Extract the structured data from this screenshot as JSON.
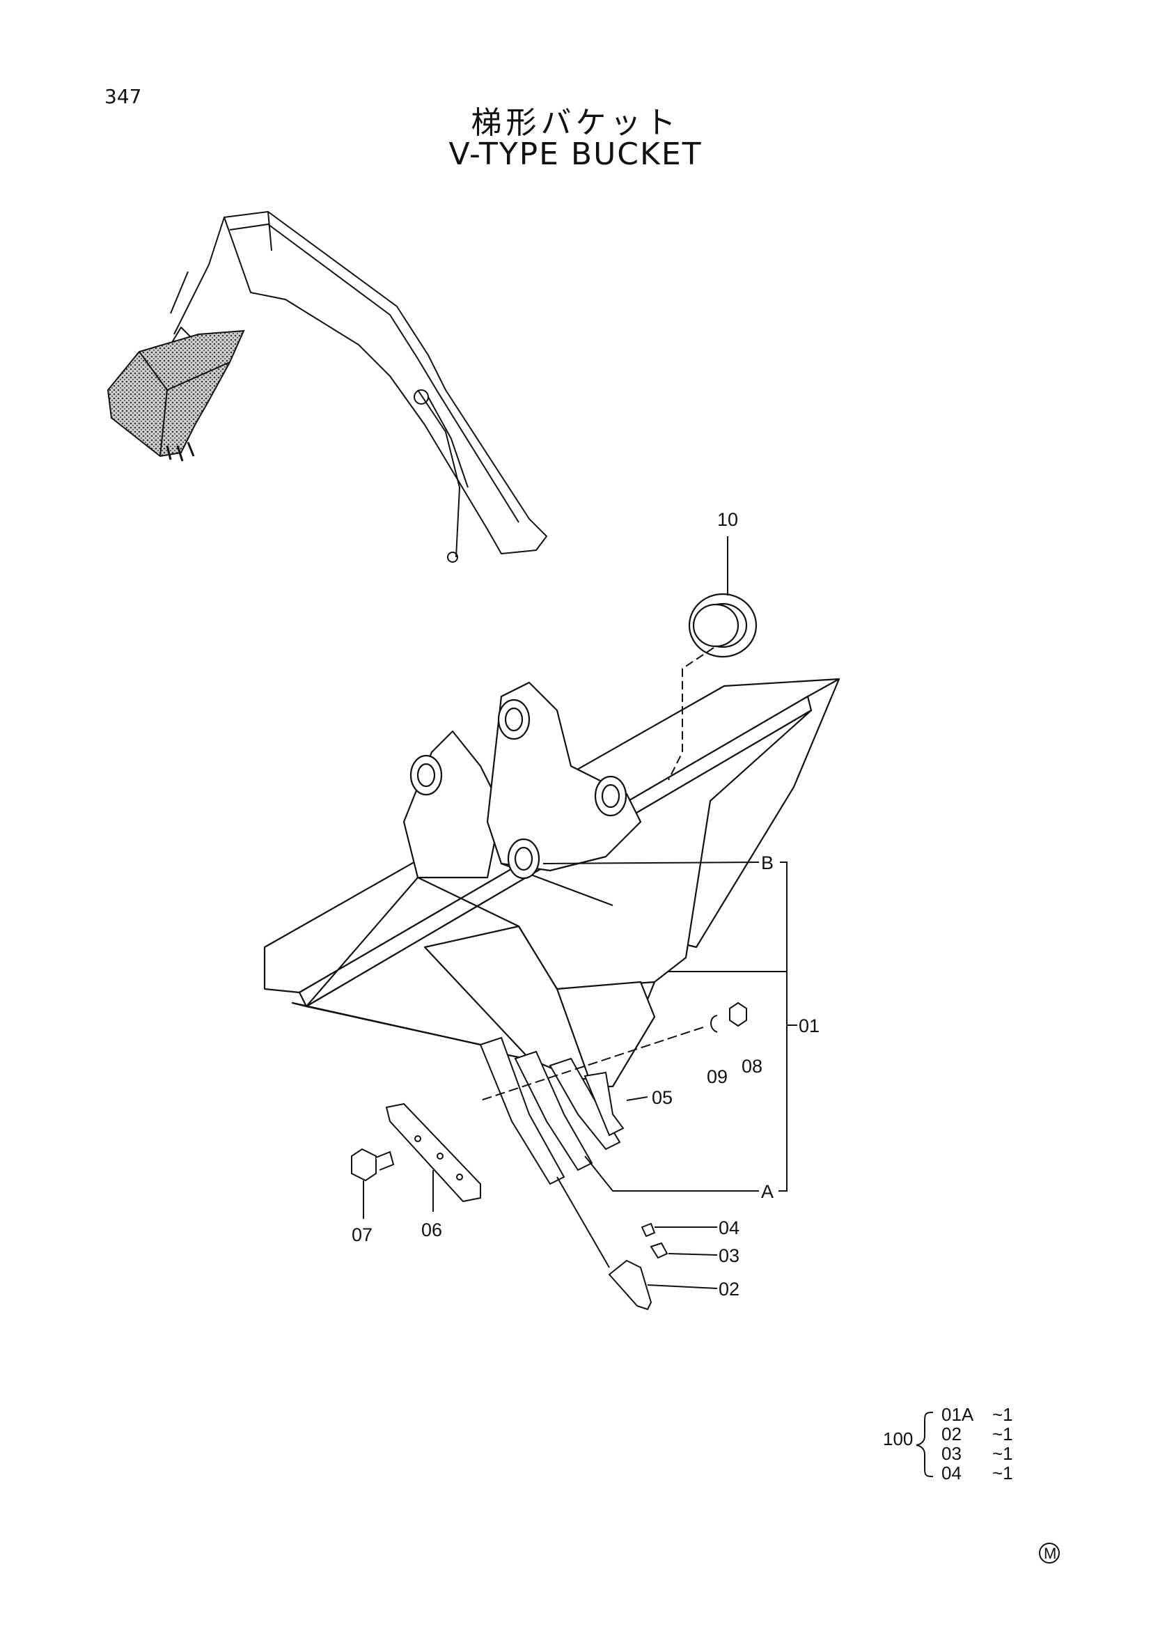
{
  "page_number": "347",
  "title_jp": "梯形バケット",
  "title_en": "V-TYPE BUCKET",
  "callouts": {
    "p01": "01",
    "p02": "02",
    "p03": "03",
    "p04": "04",
    "p05": "05",
    "p06": "06",
    "p07": "07",
    "p08": "08",
    "p09": "09",
    "p10": "10",
    "ref_a": "A",
    "ref_b": "B"
  },
  "kit": {
    "number": "100",
    "items": [
      {
        "part": "01A",
        "qty": "~1"
      },
      {
        "part": "02",
        "qty": "~1"
      },
      {
        "part": "03",
        "qty": "~1"
      },
      {
        "part": "04",
        "qty": "~1"
      }
    ]
  },
  "marker": "M"
}
